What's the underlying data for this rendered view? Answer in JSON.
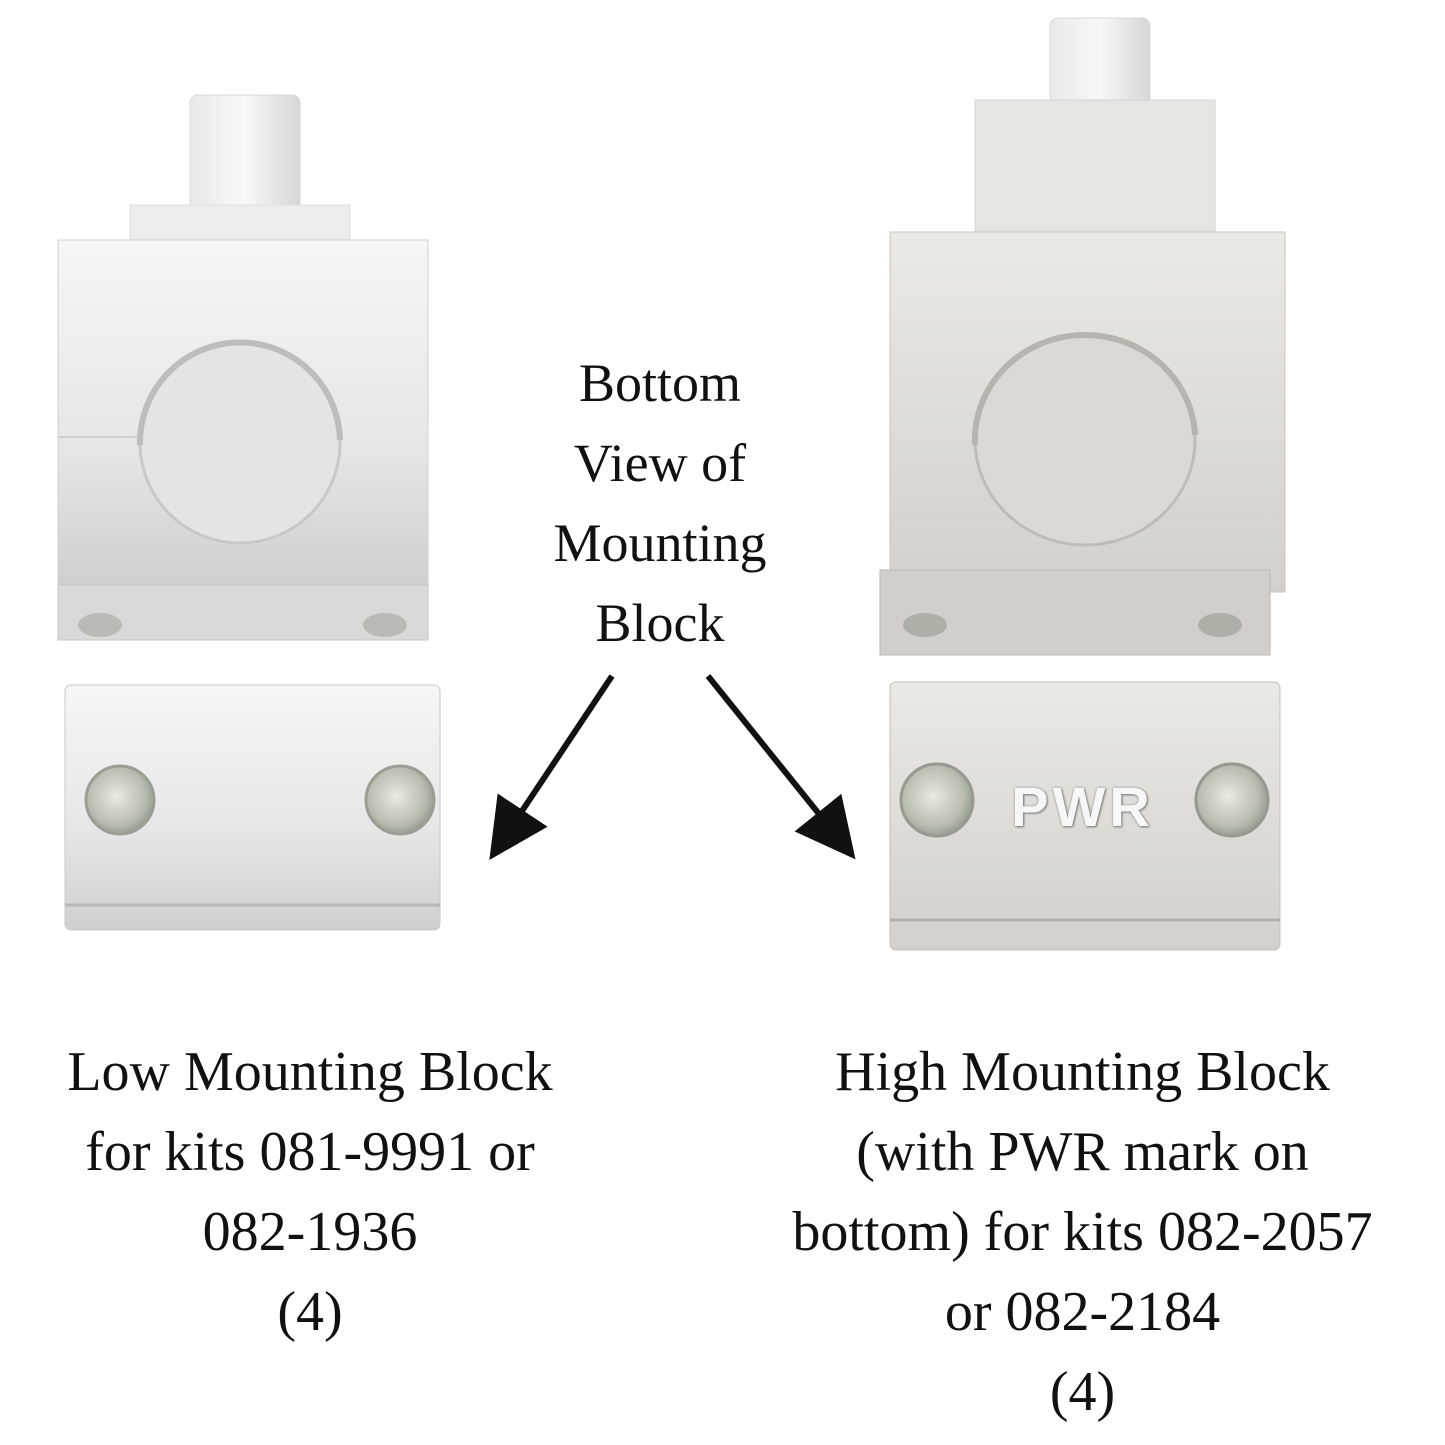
{
  "center_label": {
    "lines": [
      "Bottom",
      "View of",
      "Mounting",
      "Block"
    ]
  },
  "low_block": {
    "caption_lines": [
      "Low Mounting Block",
      "for kits 081-9991 or",
      "082-1936",
      "(4)"
    ]
  },
  "high_block": {
    "engraving": "PWR",
    "caption_lines": [
      "High Mounting Block",
      "(with PWR mark on",
      "bottom) for kits 082-2057",
      "or 082-2184",
      "(4)"
    ]
  },
  "colors": {
    "metal_light": "#f1f1f1",
    "metal_mid": "#d9d9d9",
    "metal_dark": "#b8b8b8",
    "hole": "#e2e2e2",
    "arrow": "#111111"
  }
}
